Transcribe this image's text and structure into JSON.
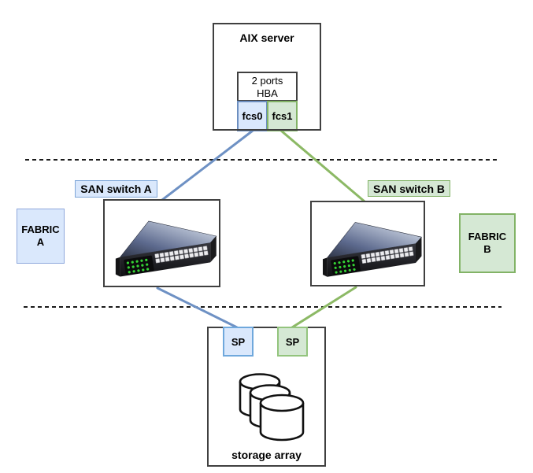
{
  "diagram": {
    "server": {
      "title": "AIX server",
      "hba": {
        "line1": "2 ports",
        "line2": "HBA"
      },
      "ports": [
        {
          "label": "fcs0"
        },
        {
          "label": "fcs1"
        }
      ]
    },
    "switch_a": {
      "label": "SAN switch A"
    },
    "switch_b": {
      "label": "SAN switch B"
    },
    "fabric_a": {
      "line1": "FABRIC",
      "line2": "A"
    },
    "fabric_b": {
      "line1": "FABRIC",
      "line2": "B"
    },
    "storage": {
      "label": "storage array",
      "sp_a": "SP",
      "sp_b": "SP"
    },
    "colors": {
      "fabric_a_fill": "#dae8fc",
      "fabric_a_stroke": "#6c8ebf",
      "fabric_b_fill": "#d5e8d4",
      "fabric_b_stroke": "#82b366",
      "link_fabric_a": "#6e91c4",
      "link_fabric_b": "#8cb965",
      "divider": "#1a1a1a",
      "box_border": "#404040"
    }
  }
}
